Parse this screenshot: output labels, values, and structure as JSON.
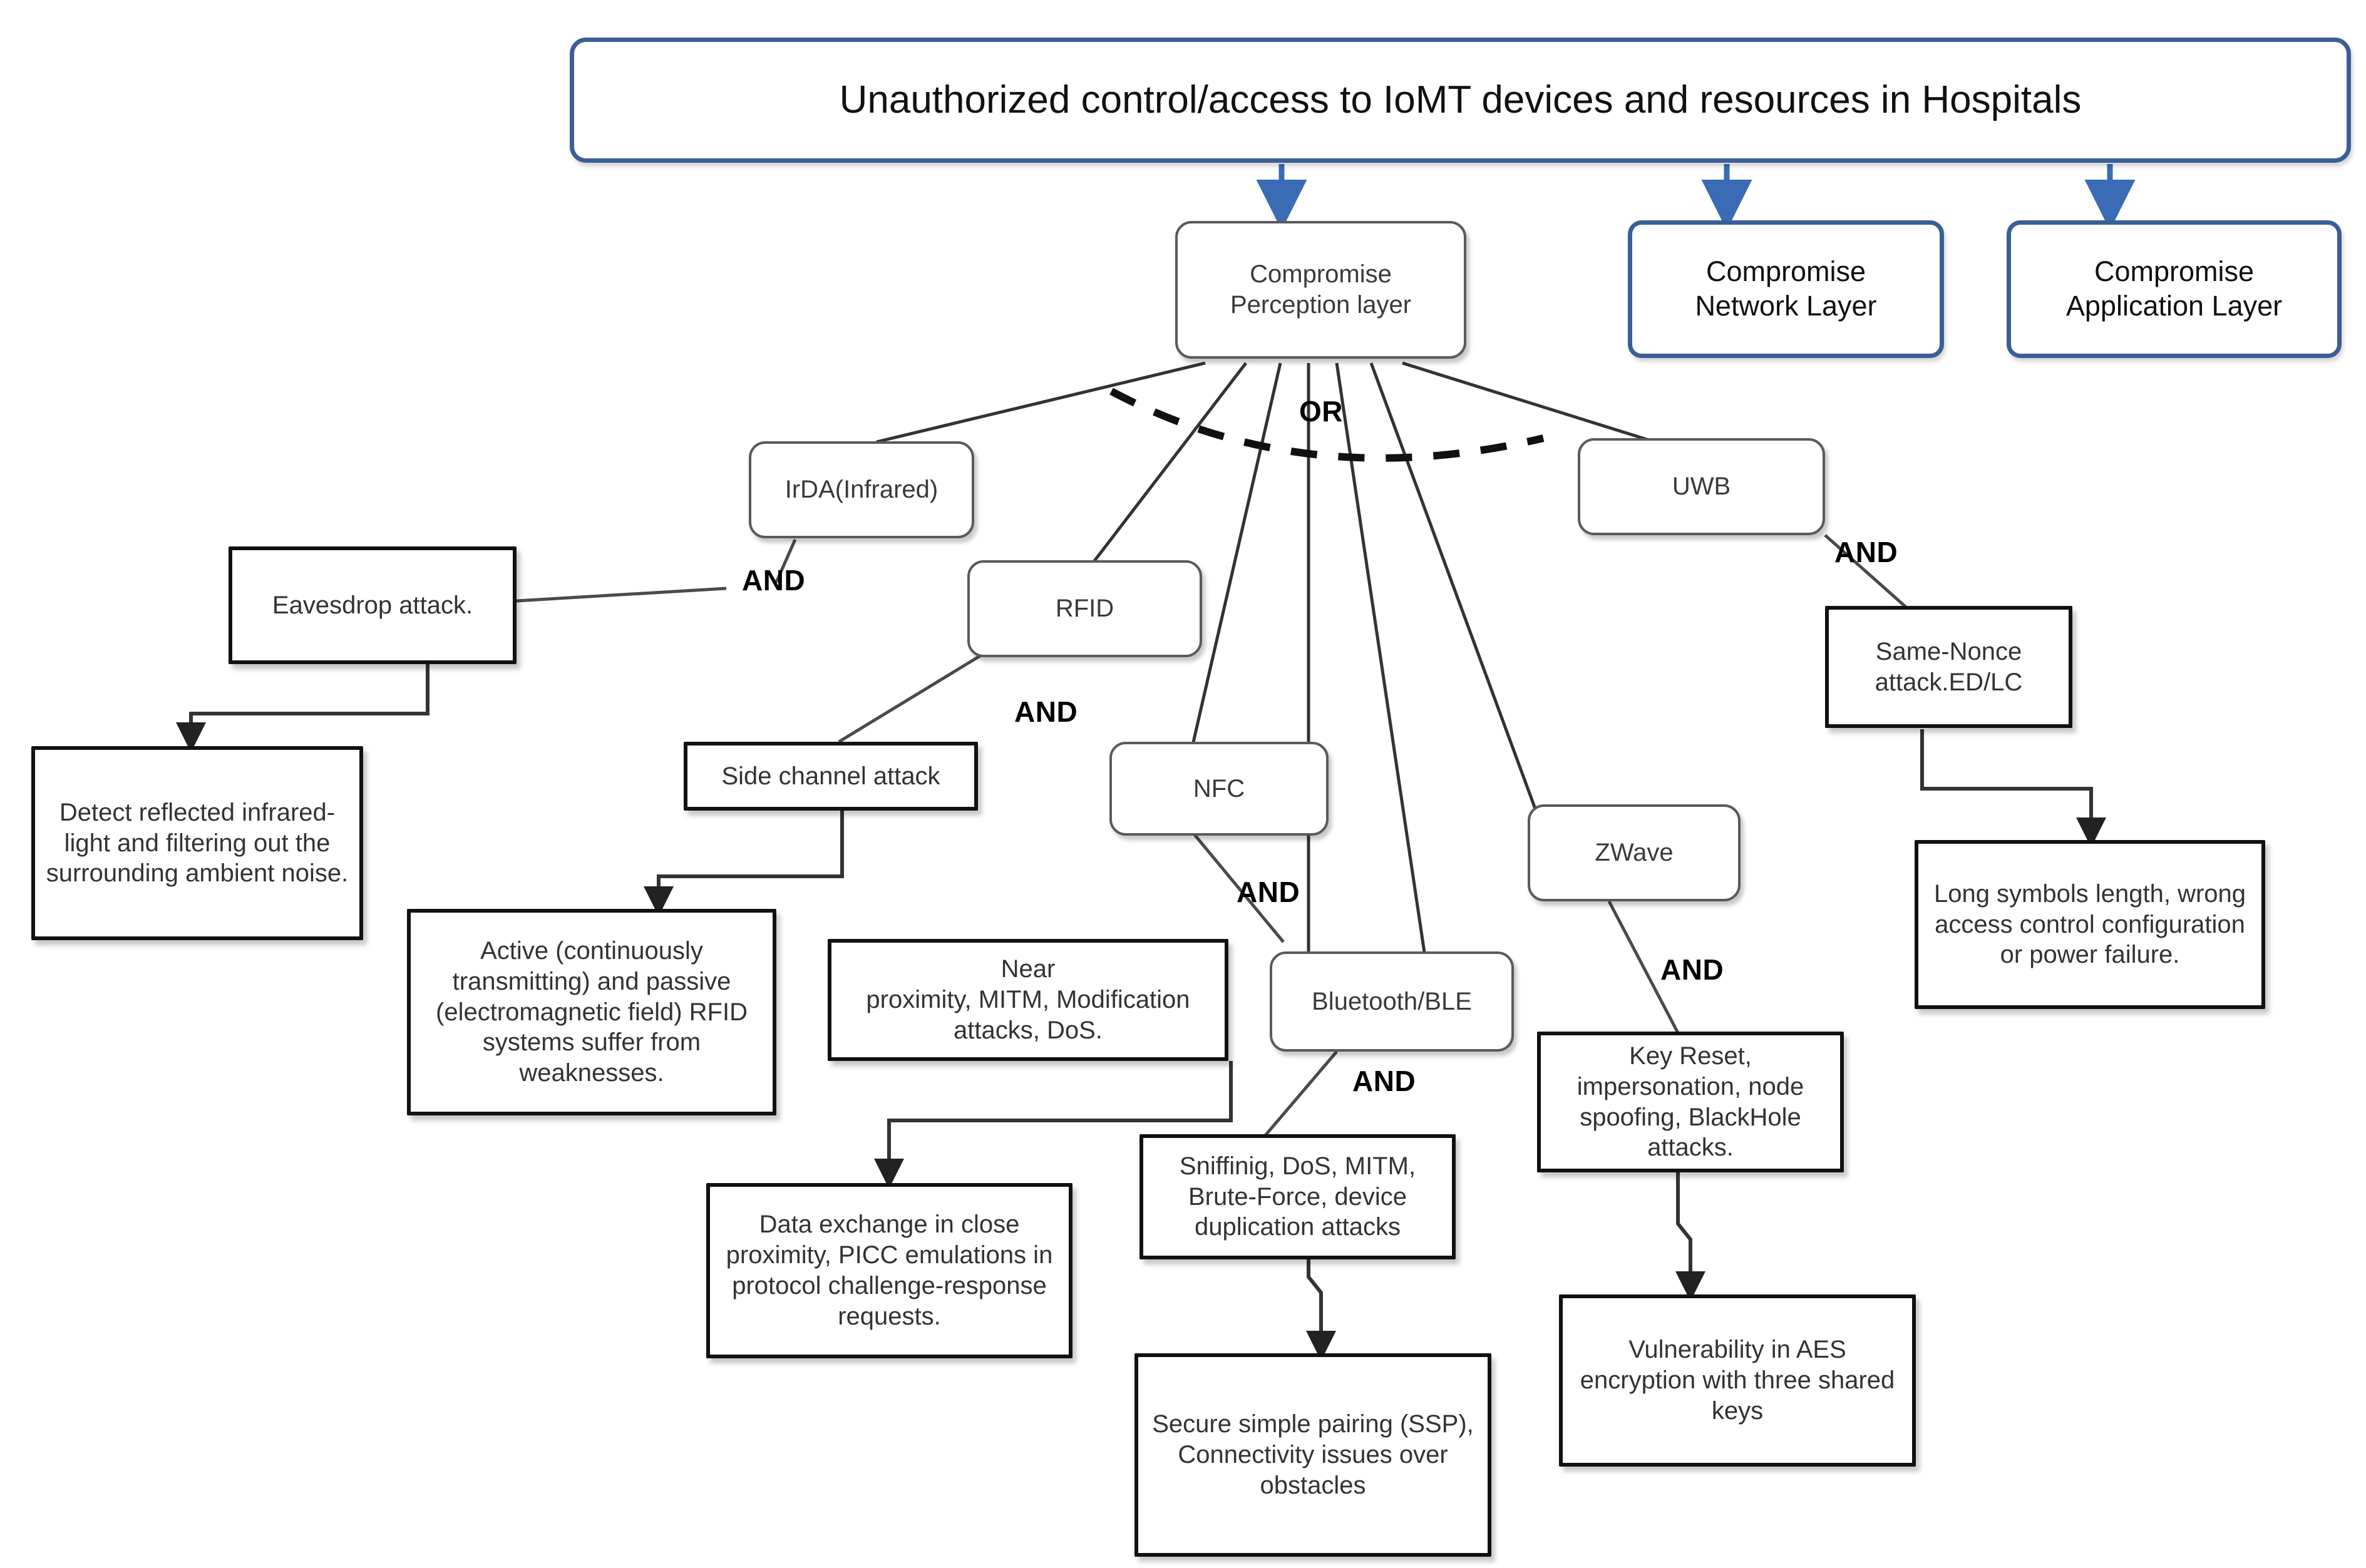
{
  "diagram": {
    "title": "Unauthorized control/access to IoMT devices and resources in Hospitals",
    "gate_or": "OR",
    "gate_and": "AND",
    "colors": {
      "blue_border": "#3A5F96",
      "gray_border": "#5A5A5A",
      "black_border": "#111111",
      "arrow_blue": "#3A6BB5",
      "arrow_black": "#222222",
      "background": "#FFFFFF"
    }
  },
  "nodes": {
    "root": "Unauthorized control/access to IoMT devices and resources in Hospitals",
    "perception_layer": "Compromise\nPerception layer",
    "network_layer": "Compromise\nNetwork Layer",
    "application_layer": "Compromise\nApplication Layer",
    "irda": "IrDA(Infrared)",
    "rfid": "RFID",
    "nfc": "NFC",
    "bluetooth": "Bluetooth/BLE",
    "zwave": "ZWave",
    "uwb": "UWB",
    "eavesdrop": "Eavesdrop attack.",
    "detect_reflected": "Detect reflected infrared-light and filtering out the surrounding ambient noise.",
    "side_channel": "Side channel attack",
    "active_passive_rfid": "Active (continuously transmitting) and passive (electromagnetic field) RFID systems suffer from weaknesses.",
    "near_proximity": "Near proximity, MITM, Modification attacks, DoS.",
    "data_exchange": "Data exchange in close proximity, PICC emulations in protocol challenge-response requests.",
    "sniffing": "Sniffinig, DoS, MITM, Brute-Force, device duplication attacks",
    "secure_simple_pairing": "Secure simple pairing (SSP), Connectivity issues over obstacles",
    "key_reset": "Key Reset, impersonation, node spoofing, BlackHole attacks.",
    "aes_vulnerability": "Vulnerability in AES encryption with three shared keys",
    "same_nonce": "Same-Nonce attack.ED/LC",
    "long_symbols": "Long symbols length, wrong access control configuration or power failure."
  },
  "gate_labels": {
    "or_root": "OR",
    "and_irda": "AND",
    "and_rfid": "AND",
    "and_nfc": "AND",
    "and_bluetooth": "AND",
    "and_zwave": "AND",
    "and_uwb": "AND"
  }
}
